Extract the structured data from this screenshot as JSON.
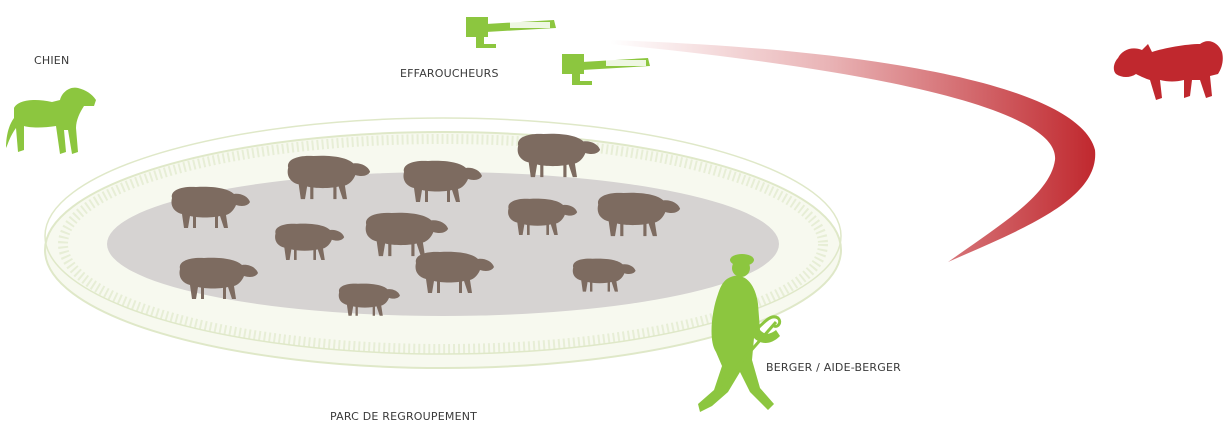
{
  "labels": {
    "dog": "CHIEN",
    "scarers": "EFFAROUCHEURS",
    "shepherd": "BERGER / AIDE-BERGER",
    "enclosure": "PARC DE REGROUPEMENT"
  },
  "colors": {
    "green": "#8cc63f",
    "sheep": "#7d6b60",
    "wolf": "#c0282e",
    "fence": "#dfe8c8",
    "ground": "#d6d3d2"
  },
  "icons": [
    "dog-icon",
    "scarer-icon",
    "sheep-icon",
    "wolf-icon",
    "shepherd-icon"
  ]
}
